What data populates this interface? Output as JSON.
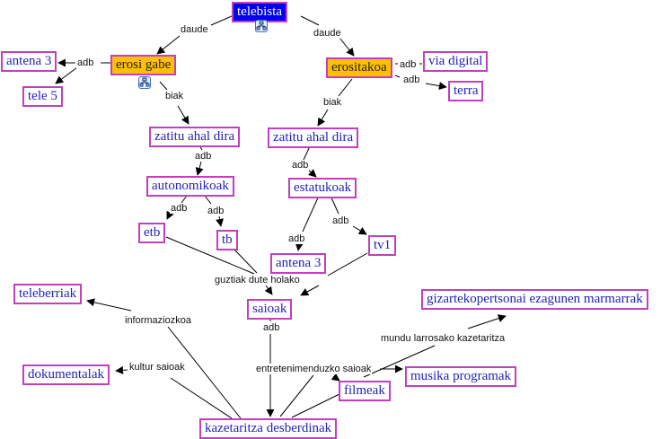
{
  "concepts": {
    "telebista": "telebista",
    "erosi_gabe": "erosi gabe",
    "erositakoa": "erositakoa",
    "antena3_top": "antena 3",
    "tele5": "tele 5",
    "via_digital": "via digital",
    "terra": "terra",
    "zatitu_left": "zatitu ahal dira",
    "zatitu_right": "zatitu ahal dira",
    "autonomikoak": "autonomikoak",
    "estatukoak": "estatukoak",
    "etb": "etb",
    "tb": "tb",
    "antena3_mid": "antena 3",
    "tv1": "tv1",
    "saioak": "saioak",
    "teleberriak": "teleberriak",
    "dokumentalak": "dokumentalak",
    "kazetaritza": "kazetaritza desberdinak",
    "filmeak": "filmeak",
    "musika": "musika programak",
    "gizarte": "gizartekopertsonai ezagunen marmarrak"
  },
  "links": {
    "daude_left": "daude",
    "daude_right": "daude",
    "adb_erosi": "adb",
    "biak_left": "biak",
    "adb_via": "adb",
    "adb_terra": "adb",
    "biak_right": "biak",
    "adb_autonom": "adb",
    "adb_estatu": "adb",
    "adb_etb": "adb",
    "adb_tb": "adb",
    "adb_antena": "adb",
    "adb_tv1": "adb",
    "guztiak": "guztiak dute holako",
    "adb_saioak": "adb",
    "informaziozkoa": "informaziozkoa",
    "kultur": "kultur saioak",
    "entretenimendu": "entretenimenduzko saioak",
    "mundu": "mundu larrosako kazetaritza"
  },
  "colors": {
    "node_border": "#c040c0",
    "node_text": "#2222bb",
    "root_fill": "#0000ee",
    "highlight_fill": "#ffc000"
  },
  "icons": {
    "submap": "submap-icon"
  }
}
